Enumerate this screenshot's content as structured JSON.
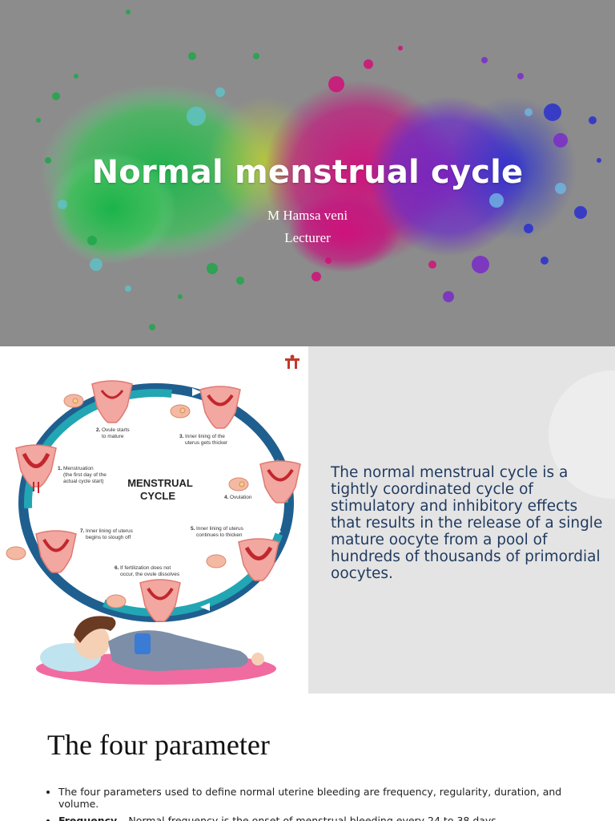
{
  "slide1": {
    "title": "Normal menstrual cycle",
    "author": "M Hamsa veni",
    "role": "Lecturer"
  },
  "slide2": {
    "body": "The normal menstrual cycle is a tightly coordinated cycle of stimulatory and inhibitory effects that results in the release of a single mature oocyte from a pool of hundreds of thousands of primordial oocytes.",
    "diagram": {
      "center_line1": "MENSTRUAL",
      "center_line2": "CYCLE",
      "steps": [
        {
          "num": "2.",
          "text1": "Ovule starts",
          "text2": "to mature",
          "text3": ""
        },
        {
          "num": "3.",
          "text1": "Inner lining of the",
          "text2": "uterus gets thicker",
          "text3": ""
        },
        {
          "num": "1.",
          "text1": "Menstruation",
          "text2": "(the first day of the",
          "text3": "actual cycle start)"
        },
        {
          "num": "4.",
          "text1": "Ovulation",
          "text2": "",
          "text3": ""
        },
        {
          "num": "7.",
          "text1": "Inner lining of uterus",
          "text2": "begins to slough off",
          "text3": ""
        },
        {
          "num": "5.",
          "text1": "Inner lining of uterus",
          "text2": "continues to thicken",
          "text3": ""
        },
        {
          "num": "6.",
          "text1": "If fertilization does not",
          "text2": "occur, the ovule dissolves",
          "text3": ""
        }
      ]
    }
  },
  "slide3": {
    "heading": "The four parameter",
    "bullet1": "The four parameters used to define normal uterine bleeding are frequency, regularity, duration, and volume.",
    "bullet2_label": "Frequency",
    "bullet2_text": " – Normal frequency is the onset of menstrual bleeding every 24 to 38 days"
  },
  "colors": {
    "title_text": "#ffffff",
    "slide1_bg": "#8c8c8c",
    "body_text": "#1f3a5f",
    "cycle_ring_outer": "#1f5f8f",
    "cycle_ring_inner": "#22a6b3",
    "uterus": "#f2a7a0",
    "uterus_lining": "#c1272d",
    "logo": "#c0392b"
  }
}
